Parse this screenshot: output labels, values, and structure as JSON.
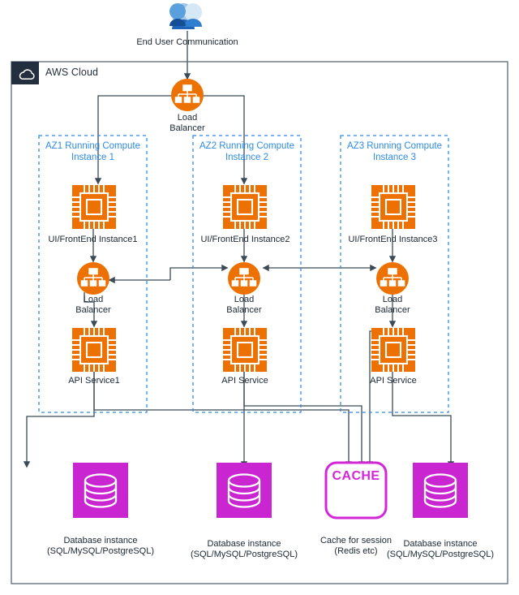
{
  "diagram": {
    "title": "AWS Cloud",
    "colors": {
      "aws_navy": "#232F3E",
      "aws_orange": "#ED7100",
      "az_blue": "#2E8AE6",
      "database_magenta": "#C925D1",
      "cache_magenta": "#D426D9",
      "wire": "#3B4A56",
      "text": "#1B2733"
    }
  },
  "top": {
    "user_icon": "users-icon",
    "user_label": "End User Communication",
    "load_balancer_label": "Load\nBalancer"
  },
  "cloud": {
    "badge_icon": "cloud-icon",
    "badge_label": "AWS Cloud"
  },
  "zones": [
    {
      "id": "az1",
      "title": "AZ1 Running Compute\nInstance 1",
      "frontend_icon": "ec2-instance-icon",
      "frontend_label": "UI/FrontEnd Instance1",
      "load_balancer_icon": "load-balancer-icon",
      "load_balancer_label": "Load\nBalancer",
      "api_icon": "ec2-instance-icon",
      "api_label": "API Service1"
    },
    {
      "id": "az2",
      "title": "AZ2 Running Compute\nInstance 2",
      "frontend_icon": "ec2-instance-icon",
      "frontend_label": "UI/FrontEnd Instance2",
      "load_balancer_icon": "load-balancer-icon",
      "load_balancer_label": "Load\nBalancer",
      "api_icon": "ec2-instance-icon",
      "api_label": "API Service"
    },
    {
      "id": "az3",
      "title": "AZ3 Running Compute\nInstance 3",
      "frontend_icon": "ec2-instance-icon",
      "frontend_label": "UI/FrontEnd Instance3",
      "load_balancer_icon": "load-balancer-icon",
      "load_balancer_label": "Load\nBalancer",
      "api_icon": "ec2-instance-icon",
      "api_label": "API Service"
    }
  ],
  "datastores": [
    {
      "id": "db1",
      "icon": "database-icon",
      "label": "Database instance\n(SQL/MySQL/PostgreSQL)"
    },
    {
      "id": "db2",
      "icon": "database-icon",
      "label": "Database instance\n(SQL/MySQL/PostgreSQL)"
    },
    {
      "id": "cache",
      "icon": "cache-icon",
      "icon_text": "CACHE",
      "label": "Cache for session\n(Redis etc)"
    },
    {
      "id": "db3",
      "icon": "database-icon",
      "label": "Database instance\n(SQL/MySQL/PostgreSQL)"
    }
  ]
}
